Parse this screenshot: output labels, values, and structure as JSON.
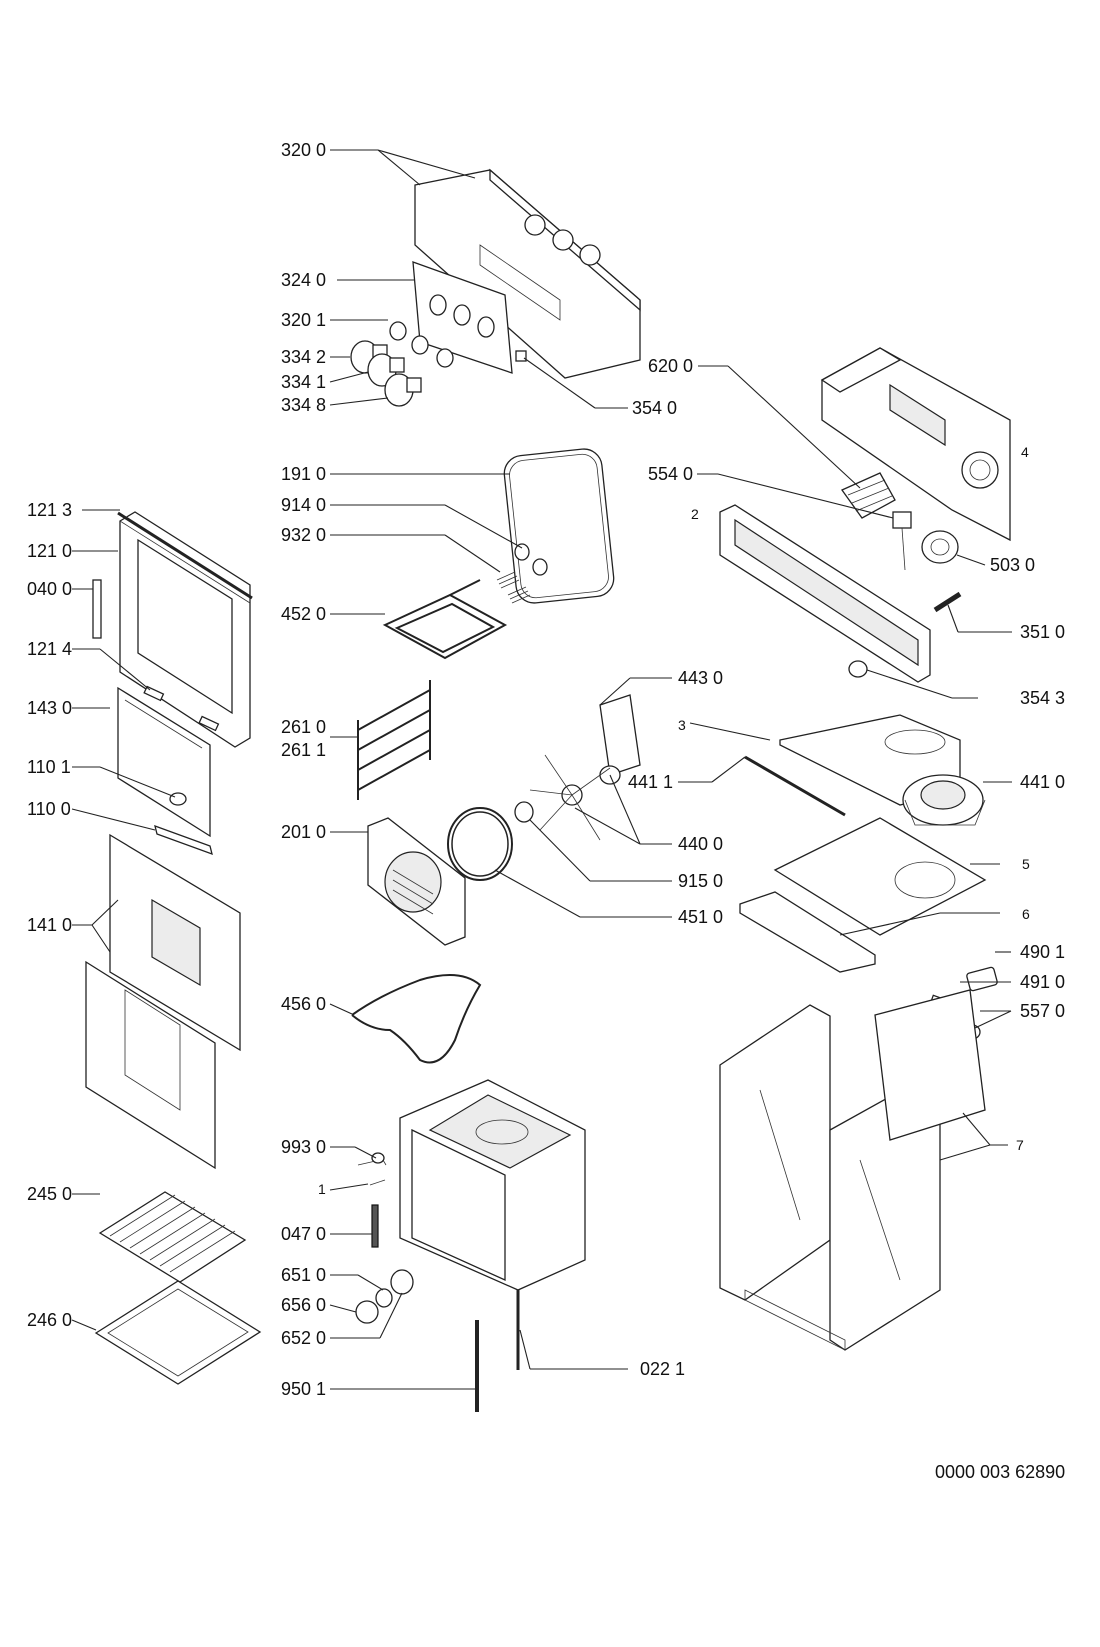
{
  "drawing": {
    "document_number": "0000 003 62890"
  },
  "labels": [
    {
      "id": "p3200",
      "text": "320 0"
    },
    {
      "id": "p3240",
      "text": "324 0"
    },
    {
      "id": "p3201",
      "text": "320 1"
    },
    {
      "id": "p3342",
      "text": "334 2"
    },
    {
      "id": "p3341",
      "text": "334 1"
    },
    {
      "id": "p3348",
      "text": "334 8"
    },
    {
      "id": "p3540",
      "text": "354 0"
    },
    {
      "id": "p6200",
      "text": "620 0"
    },
    {
      "id": "p4",
      "text": "4"
    },
    {
      "id": "p1910",
      "text": "191 0"
    },
    {
      "id": "p9140",
      "text": "914 0"
    },
    {
      "id": "p9320",
      "text": "932 0"
    },
    {
      "id": "p4520",
      "text": "452 0"
    },
    {
      "id": "p5540",
      "text": "554 0"
    },
    {
      "id": "p2",
      "text": "2"
    },
    {
      "id": "p5030",
      "text": "503 0"
    },
    {
      "id": "p3510",
      "text": "351 0"
    },
    {
      "id": "p3543",
      "text": "354 3"
    },
    {
      "id": "p1213",
      "text": "121 3"
    },
    {
      "id": "p1210",
      "text": "121 0"
    },
    {
      "id": "p0400",
      "text": "040 0"
    },
    {
      "id": "p1214",
      "text": "121 4"
    },
    {
      "id": "p1430",
      "text": "143 0"
    },
    {
      "id": "p1101",
      "text": "110 1"
    },
    {
      "id": "p1100",
      "text": "110 0"
    },
    {
      "id": "p1410",
      "text": "141 0"
    },
    {
      "id": "p2610",
      "text": "261 0"
    },
    {
      "id": "p2611",
      "text": "261 1"
    },
    {
      "id": "p2010",
      "text": "201 0"
    },
    {
      "id": "p4430",
      "text": "443 0"
    },
    {
      "id": "p3",
      "text": "3"
    },
    {
      "id": "p4411",
      "text": "441 1"
    },
    {
      "id": "p4410",
      "text": "441 0"
    },
    {
      "id": "p4400",
      "text": "440 0"
    },
    {
      "id": "p9150",
      "text": "915 0"
    },
    {
      "id": "p4510",
      "text": "451 0"
    },
    {
      "id": "p5",
      "text": "5"
    },
    {
      "id": "p6",
      "text": "6"
    },
    {
      "id": "p4901",
      "text": "490 1"
    },
    {
      "id": "p4910",
      "text": "491 0"
    },
    {
      "id": "p5570",
      "text": "557 0"
    },
    {
      "id": "p4560",
      "text": "456 0"
    },
    {
      "id": "p7",
      "text": "7"
    },
    {
      "id": "p9930",
      "text": "993 0"
    },
    {
      "id": "p1",
      "text": "1"
    },
    {
      "id": "p2450",
      "text": "245 0"
    },
    {
      "id": "p0470",
      "text": "047 0"
    },
    {
      "id": "p6510",
      "text": "651 0"
    },
    {
      "id": "p6560",
      "text": "656 0"
    },
    {
      "id": "p2460",
      "text": "246 0"
    },
    {
      "id": "p6520",
      "text": "652 0"
    },
    {
      "id": "p0221",
      "text": "022 1"
    },
    {
      "id": "p9501",
      "text": "950 1"
    }
  ]
}
